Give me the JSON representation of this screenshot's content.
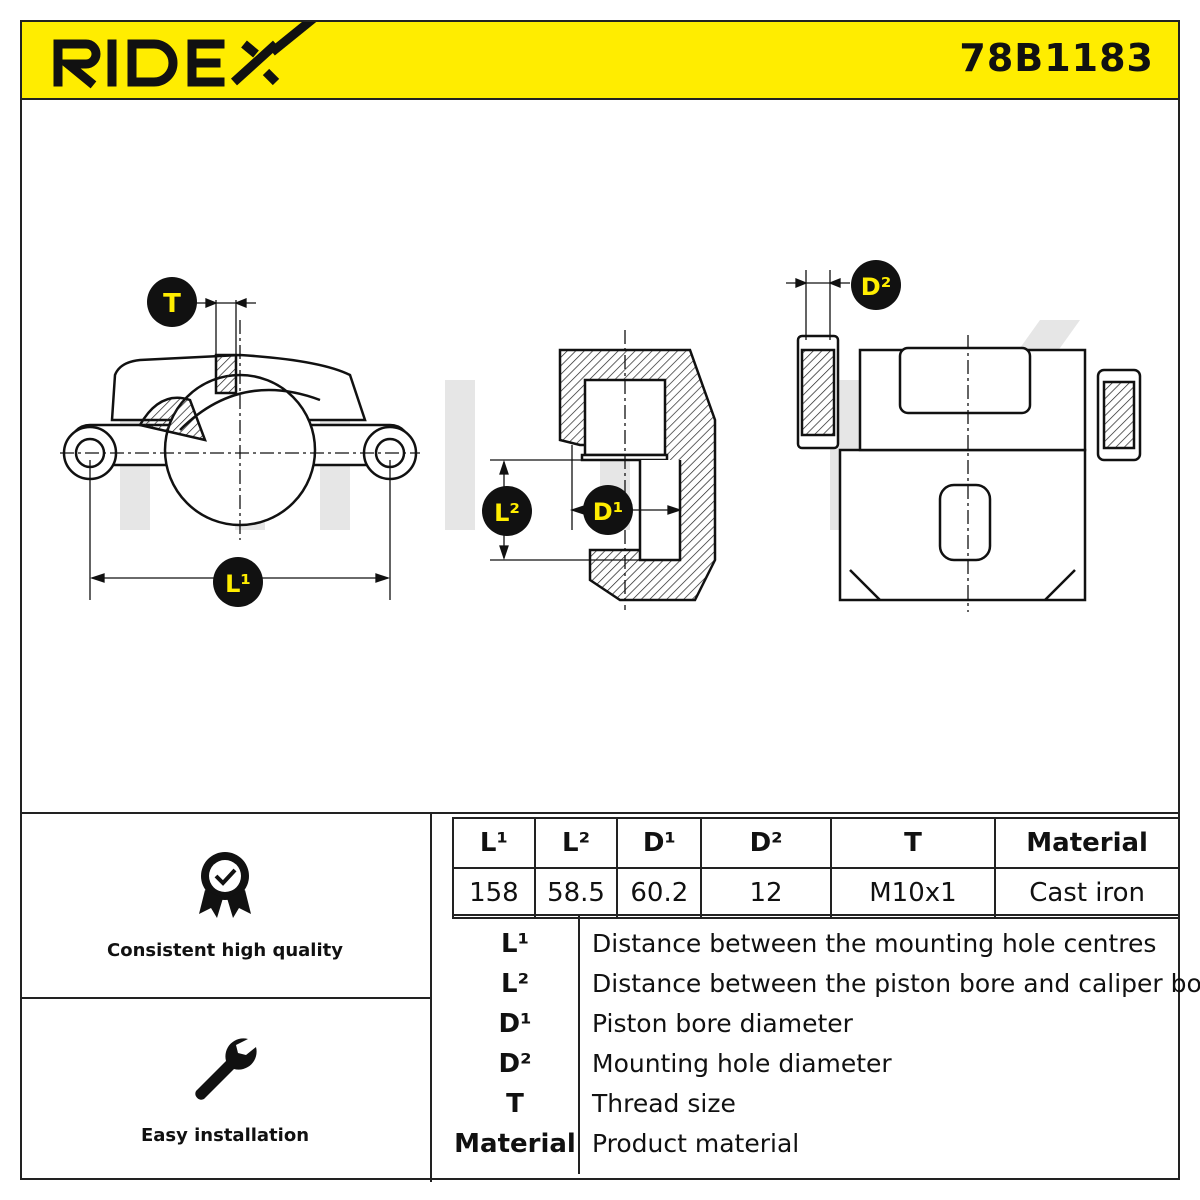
{
  "brand": {
    "name": "RIDEX",
    "accent": "#ffed00"
  },
  "part_number": "78B1183",
  "dimension_tags": {
    "T": "T",
    "L1": "L¹",
    "L2": "L²",
    "D1": "D¹",
    "D2": "D²"
  },
  "features": [
    {
      "icon": "quality-badge-icon",
      "label": "Consistent high quality"
    },
    {
      "icon": "wrench-icon",
      "label": "Easy installation"
    }
  ],
  "specs": {
    "headers": [
      "L¹",
      "L²",
      "D¹",
      "D²",
      "T",
      "Material"
    ],
    "values": [
      "158",
      "58.5",
      "60.2",
      "12",
      "M10x1",
      "Cast iron"
    ]
  },
  "legend": [
    {
      "key": "L¹",
      "desc": "Distance between the mounting hole centres"
    },
    {
      "key": "L²",
      "desc": "Distance between the piston bore and caliper body"
    },
    {
      "key": "D¹",
      "desc": "Piston bore diameter"
    },
    {
      "key": "D²",
      "desc": "Mounting hole diameter"
    },
    {
      "key": "T",
      "desc": "Thread size"
    },
    {
      "key": "Material",
      "desc": "Product material"
    }
  ]
}
